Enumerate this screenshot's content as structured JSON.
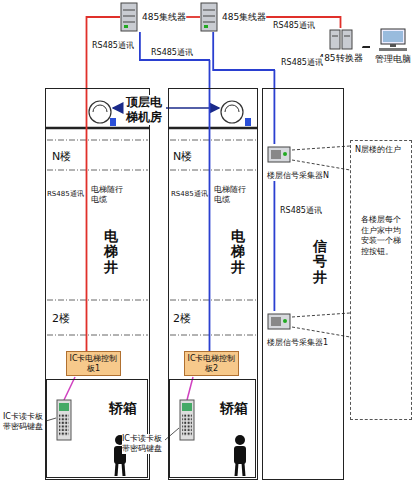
{
  "diagram": {
    "nodes": [
      {
        "text": [
          "485集线器"
        ]
      },
      {
        "text": [
          "485集线器"
        ]
      },
      {
        "text": [
          "485转换器"
        ]
      },
      {
        "text": [
          "管理电脑"
        ]
      },
      {
        "text": [
          "电梯井"
        ]
      },
      {
        "text": [
          "IC卡电梯控制板1"
        ],
        "in": 4
      },
      {
        "text": [
          "轿箱"
        ],
        "in": 4
      },
      {
        "text": [
          "电梯井"
        ]
      },
      {
        "text": [
          "IC卡电梯控制板2"
        ],
        "in": 7
      },
      {
        "text": [
          "轿箱"
        ],
        "in": 7
      },
      {
        "text": [
          "信号井"
        ]
      },
      {
        "text": [
          "楼层信号采集器N"
        ],
        "in": 10
      },
      {
        "text": [
          "楼层信号采集器1"
        ],
        "in": 10
      },
      {
        "text": [
          "N层楼的住户",
          "各楼层每个住户家中均安装一个梯控按钮。"
        ]
      }
    ],
    "edges": [
      {
        "from": 0,
        "to": 5,
        "arrow": "none",
        "label": "RS485通讯"
      },
      {
        "from": 0,
        "to": 8,
        "arrow": "none",
        "label": "RS485通讯"
      },
      {
        "from": 0,
        "to": 1,
        "arrow": "none"
      },
      {
        "from": 1,
        "to": 2,
        "arrow": "none",
        "label": "RS485通讯"
      },
      {
        "from": 2,
        "to": 3,
        "arrow": "none"
      },
      {
        "from": 1,
        "to": 11,
        "arrow": "none",
        "label": "RS485通讯"
      },
      {
        "from": 11,
        "to": 12,
        "arrow": "none",
        "label": "RS485通讯"
      }
    ],
    "labels": [
      "顶层电梯机房",
      "N楼",
      "N楼",
      "RS485通讯",
      "电梯随行电缆",
      "RS485通讯",
      "电梯随行电缆",
      "2楼",
      "2楼",
      "IC卡读卡板带密码键盘",
      "IC卡读卡板带密码键盘"
    ]
  }
}
